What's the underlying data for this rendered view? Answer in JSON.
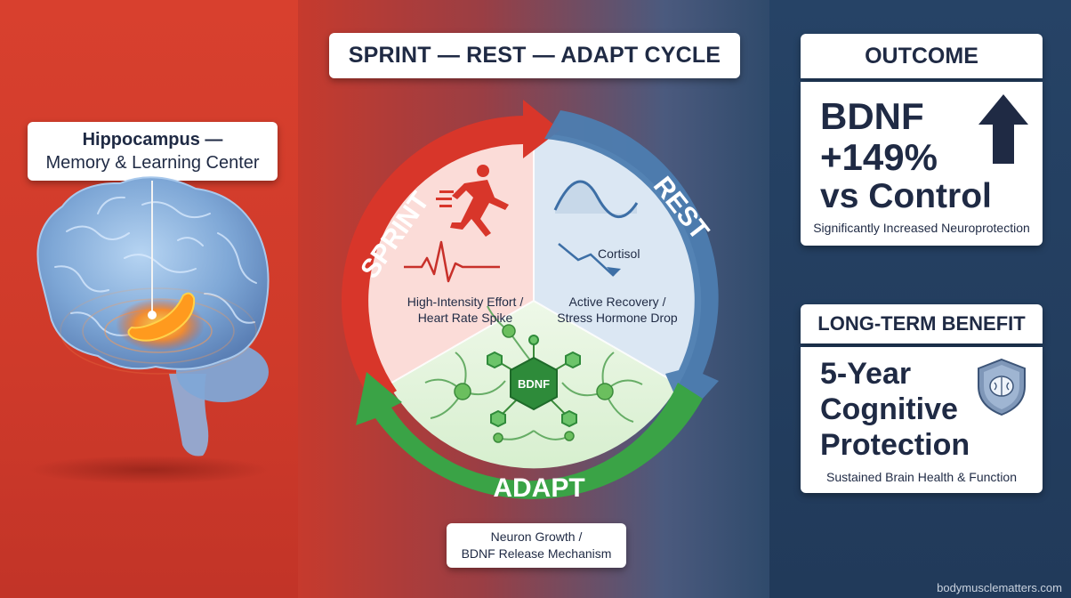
{
  "title": "SPRINT — REST — ADAPT CYCLE",
  "hippocampus": {
    "title": "Hippocampus —",
    "subtitle": "Memory & Learning Center"
  },
  "cycle": {
    "sprint_label": "SPRINT",
    "rest_label": "REST",
    "adapt_label": "ADAPT",
    "sprint_text_1": "High-Intensity Effort /",
    "sprint_text_2": "Heart Rate Spike",
    "rest_cortisol": "Cortisol",
    "rest_text_1": "Active Recovery /",
    "rest_text_2": "Stress Hormone Drop",
    "bdnf_label": "BDNF",
    "adapt_caption_1": "Neuron Growth /",
    "adapt_caption_2": "BDNF Release Mechanism"
  },
  "outcome": {
    "header": "OUTCOME",
    "line1": "BDNF",
    "line2": "+149%",
    "line3": "vs Control",
    "note": "Significantly Increased Neuroprotection"
  },
  "long_term": {
    "header": "LONG-TERM BENEFIT",
    "line1": "5-Year",
    "line2": "Cognitive",
    "line3": "Protection",
    "note": "Sustained Brain Health & Function"
  },
  "footer": "bodymusclematters.com",
  "colors": {
    "sprint": "#d8362a",
    "rest": "#4d7db0",
    "adapt": "#3aa346",
    "navy": "#1f2a44"
  }
}
